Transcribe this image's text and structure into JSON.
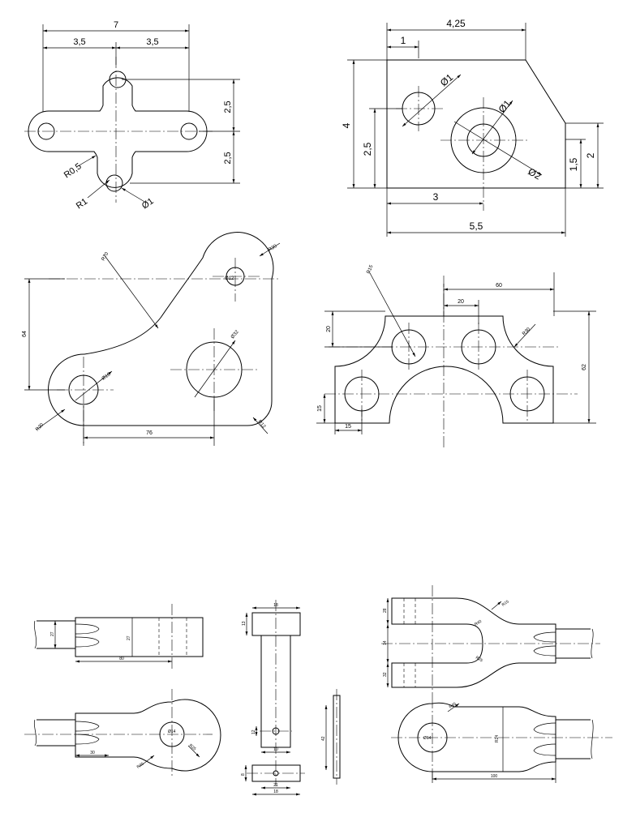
{
  "drawing1": {
    "overall_width": "7",
    "half_left": "3,5",
    "half_right": "3,5",
    "upper_height": "2,5",
    "lower_height": "2,5",
    "fillet_radius": "R0,5",
    "boss_radius": "R1",
    "hole_diameter": "Ø1"
  },
  "drawing2": {
    "top_width": "4,25",
    "offset_left": "1",
    "height": "4",
    "hole_height": "2,5",
    "hole_offset": "3",
    "overall_width": "5,5",
    "step_height": "1,5",
    "step_total": "2",
    "small_hole": "Ø1",
    "inner_circle": "Ø1",
    "outer_circle": "Ø2"
  },
  "drawing3": {
    "arc_radius": "R70",
    "top_radius": "R30",
    "small_hole": "Ø12",
    "height": "64",
    "large_hole": "Ø32",
    "left_hole": "Ø16",
    "left_radius": "R20",
    "right_radius": "R12",
    "length": "76"
  },
  "drawing4": {
    "corner_radius": "R15",
    "length_60": "60",
    "length_20": "20",
    "right_radius": "R30",
    "height_20": "20",
    "total_height": "62",
    "bottom_15": "15",
    "left_15": "15"
  },
  "drawing5": {
    "dim_a": "27",
    "dim_b": "80",
    "dim_c": "30",
    "dim_d": "R45",
    "dim_e": "Ø14",
    "dim_f": "R25"
  },
  "drawing6": {
    "dim_a": "18",
    "dim_b": "13",
    "dim_c": "12",
    "dim_d": "10",
    "dim_e": "8",
    "dim_f": "21",
    "dim_g": "18"
  },
  "drawing7": {
    "dim_a": "42"
  },
  "drawing8": {
    "dim_a": "R15",
    "dim_b": "R40",
    "dim_c": "R25",
    "dim_d": "R24",
    "dim_e": "Ø14",
    "dim_f": "R45",
    "dim_g": "100",
    "dim_h": "28",
    "dim_i": "14",
    "dim_j": "32"
  }
}
